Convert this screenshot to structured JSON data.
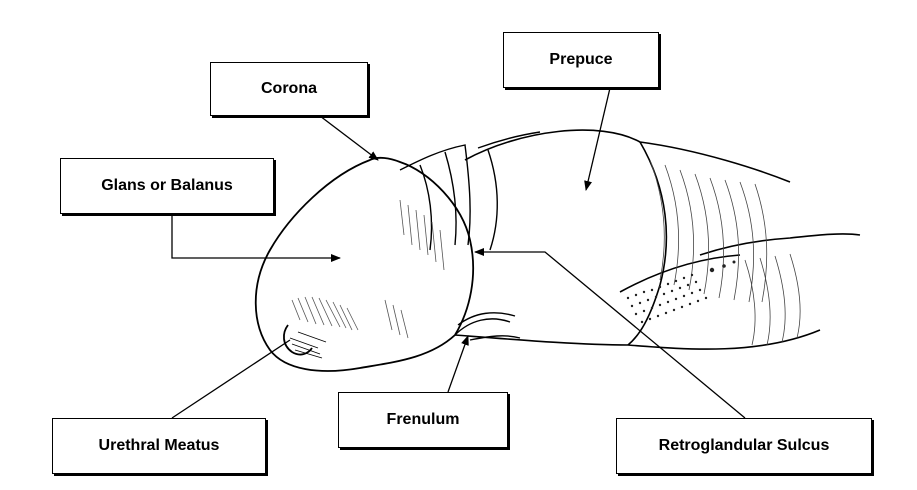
{
  "labels": {
    "corona": "Corona",
    "prepuce": "Prepuce",
    "glans": "Glans or Balanus",
    "urethral_meatus": "Urethral Meatus",
    "frenulum": "Frenulum",
    "retroglandular_sulcus": "Retroglandular Sulcus"
  },
  "colors": {
    "ink": "#000000",
    "background": "#ffffff"
  }
}
